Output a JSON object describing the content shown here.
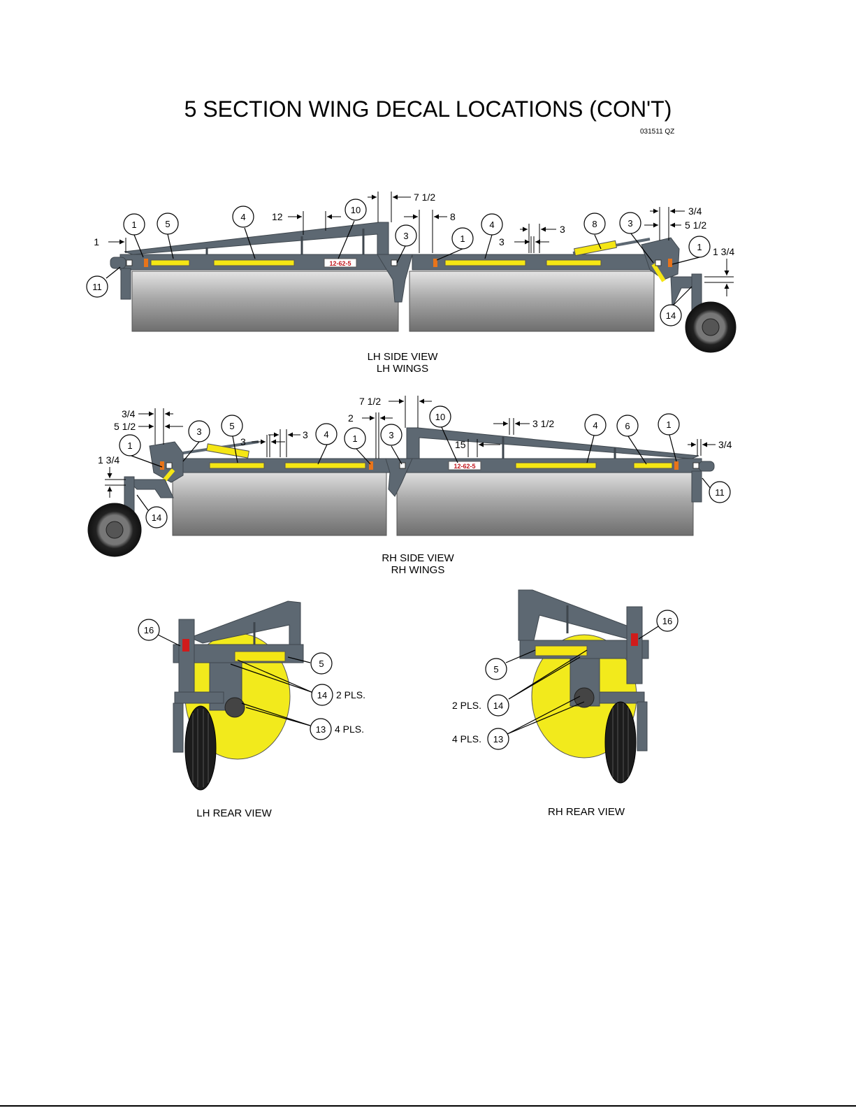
{
  "header": {
    "title": "5 SECTION WING DECAL LOCATIONS (CON'T)",
    "code": "031511 QZ"
  },
  "views": {
    "lh_side": {
      "line1": "LH SIDE VIEW",
      "line2": "LH WINGS"
    },
    "rh_side": {
      "line1": "RH SIDE VIEW",
      "line2": "RH WINGS"
    },
    "lh_rear": {
      "label": "LH REAR VIEW"
    },
    "rh_rear": {
      "label": "RH REAR VIEW"
    }
  },
  "lh_side": {
    "callouts": [
      "1",
      "5",
      "4",
      "10",
      "3",
      "1",
      "4",
      "8",
      "3",
      "1",
      "11",
      "14"
    ],
    "dims": [
      "1",
      "12",
      "7 1/2",
      "8",
      "3",
      "3",
      "3/4",
      "5 1/2",
      "1 3/4"
    ],
    "serial": "12-62-5"
  },
  "rh_side": {
    "callouts": [
      "3",
      "5",
      "4",
      "1",
      "3",
      "10",
      "4",
      "6",
      "1",
      "1",
      "14",
      "11"
    ],
    "dims": [
      "3/4",
      "5 1/2",
      "1 3/4",
      "3",
      "3",
      "2",
      "7 1/2",
      "15",
      "3 1/2",
      "3/4"
    ],
    "serial": "12-62-5"
  },
  "lh_rear": {
    "callouts": [
      "16",
      "5",
      "14",
      "13"
    ],
    "notes": [
      "2 PLS.",
      "4 PLS."
    ]
  },
  "rh_rear": {
    "callouts": [
      "16",
      "5",
      "14",
      "13"
    ],
    "notes": [
      "2 PLS.",
      "4 PLS."
    ]
  },
  "colors": {
    "frame": "#5d6872",
    "frame_dark": "#3e464d",
    "roller_light": "#d0d0d0",
    "roller_dark": "#7a7a7a",
    "decal_yellow": "#f5e614",
    "reflector_orange": "#e8741a",
    "serial_red": "#c0161c",
    "disc_yellow": "#f2ea1c"
  }
}
